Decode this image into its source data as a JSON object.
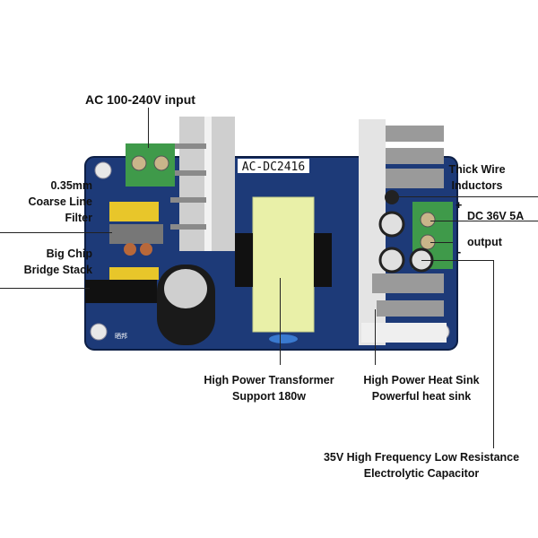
{
  "board": {
    "model": "AC-DC2416",
    "maker_mark": "晒邦"
  },
  "labels": {
    "ac_input": "AC 100-240V input",
    "filter": [
      "0.35mm",
      "Coarse Line",
      "Filter"
    ],
    "bridge": [
      "Big Chip",
      "Bridge Stack"
    ],
    "inductors": [
      "Thick Wire",
      "Inductors"
    ],
    "plus": "+",
    "dc_output": "DC 36V 5A",
    "output": "output",
    "minus": "-",
    "transformer": [
      "High Power Transformer",
      "Support 180w"
    ],
    "heatsink": [
      "High Power Heat Sink",
      "Powerful heat sink"
    ],
    "capacitor": [
      "35V High Frequency Low Resistance",
      "Electrolytic Capacitor"
    ]
  },
  "colors": {
    "pcb": "#1d3a78",
    "heatsink": "#d8d8d8",
    "terminal": "#3f9a4a",
    "transformer": "#e9f0a8"
  }
}
